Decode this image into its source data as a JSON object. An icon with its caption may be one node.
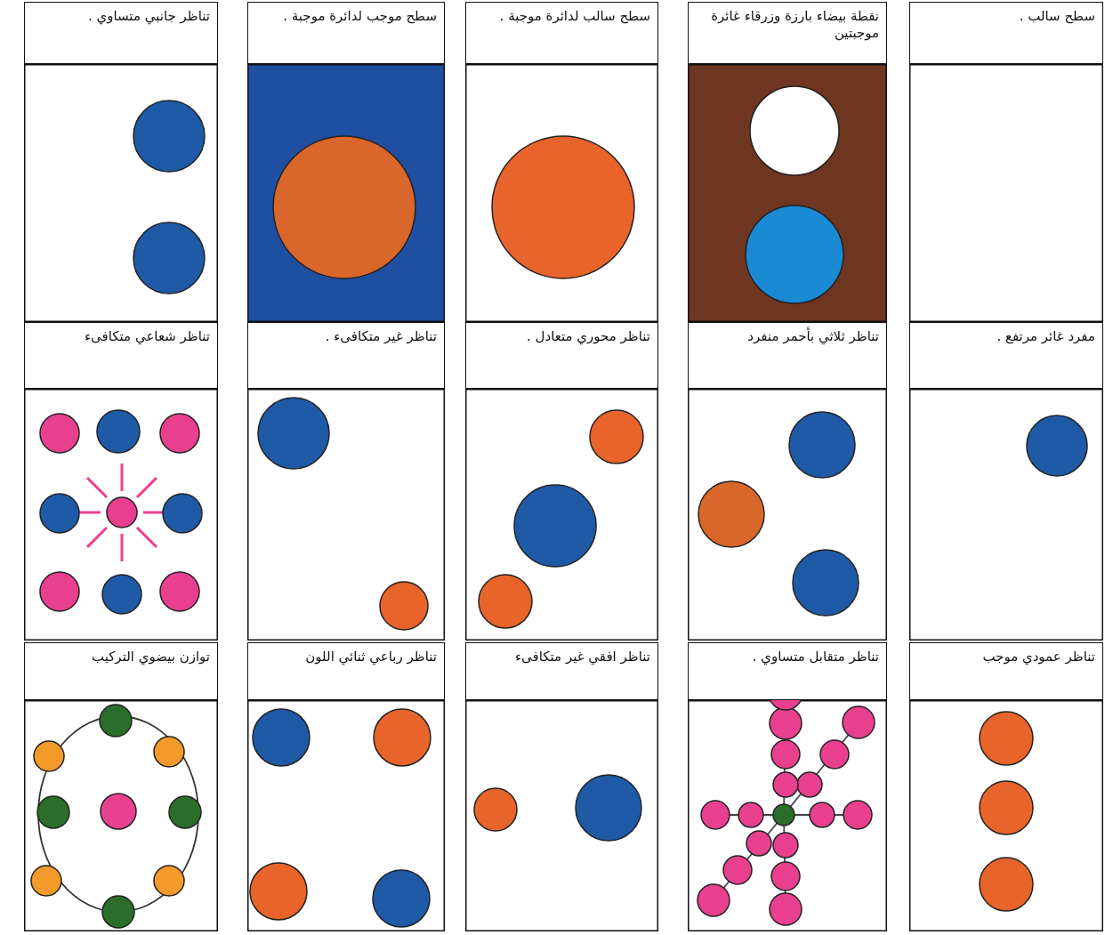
{
  "diagram": {
    "nodes": [
      {
        "text": [
          "سطح سالب ."
        ]
      },
      {
        "text": [
          "نقطة بيضاء بارزة وزرقاء غائرة موجبتين"
        ]
      },
      {
        "text": [
          "سطح سالب لدائرة موجبة ."
        ]
      },
      {
        "text": [
          "سطح موجب لدائرة موجبة ."
        ]
      },
      {
        "text": [
          "تناظر جانبي متساوي ."
        ]
      },
      {
        "text": [
          "مفرد غائر مرتفع ."
        ]
      },
      {
        "text": [
          "تناظر ثلاثي بأحمر منفرد"
        ]
      },
      {
        "text": [
          "تناظر محوري متعادل ."
        ]
      },
      {
        "text": [
          "تناظر غير متكافىء ."
        ]
      },
      {
        "text": [
          "تناظر شعاعي متكافىء"
        ]
      },
      {
        "text": [
          "تناظر عمودي موجب"
        ]
      },
      {
        "text": [
          "تناظر متقابل متساوي ."
        ]
      },
      {
        "text": [
          "تناظر افقي غير متكافىء"
        ]
      },
      {
        "text": [
          "تناظر رباعي ثنائي اللون"
        ]
      },
      {
        "text": [
          "توازن بيضوي التركيب"
        ]
      }
    ]
  }
}
